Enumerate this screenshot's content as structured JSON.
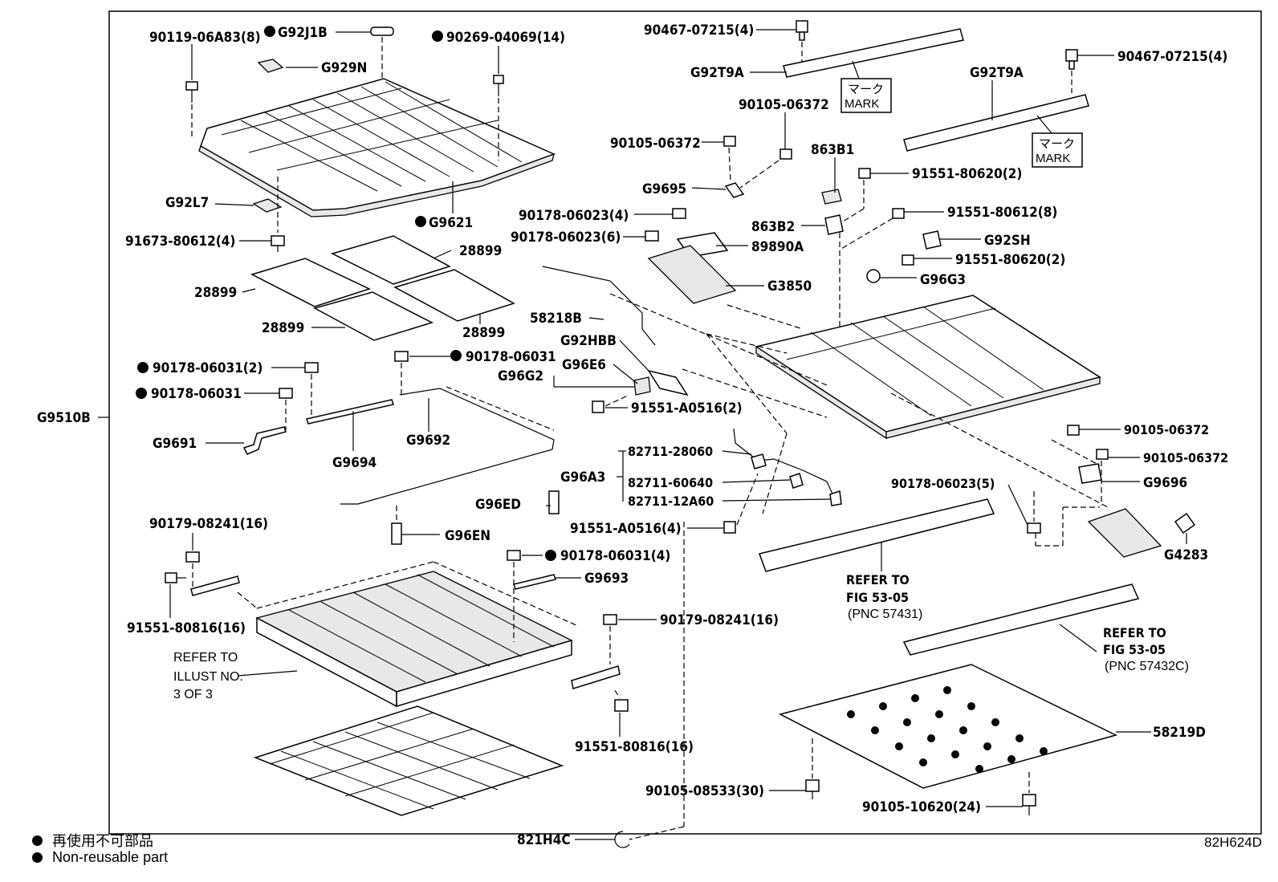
{
  "labels": {
    "l90119": "90119-06A83(8)",
    "lG92J1B": "G92J1B",
    "l90269": "90269-04069(14)",
    "lG929N": "G929N",
    "lG92L7": "G92L7",
    "lG9621": "G9621",
    "l91673": "91673-80612(4)",
    "l28899a": "28899",
    "l28899b": "28899",
    "l28899c": "28899",
    "l28899d": "28899",
    "l90178_2": "90178-06031(2)",
    "l90178_single_a": "90178-06031",
    "l90178_single_b": "90178-06031",
    "lG9510B": "G9510B",
    "lG9691": "G9691",
    "lG9694": "G9694",
    "lG9692": "G9692",
    "lG96ED": "G96ED",
    "lG96EN": "G96EN",
    "l90179_a": "90179-08241(16)",
    "l90178_4": "90178-06031(4)",
    "lG9693": "G9693",
    "l91551_80816_a": "91551-80816(16)",
    "l90179_b": "90179-08241(16)",
    "l91551_80816_b": "91551-80816(16)",
    "l90467_a": "90467-07215(4)",
    "lG92T9A_a": "G92T9A",
    "lG92T9A_b": "G92T9A",
    "l90467_b": "90467-07215(4)",
    "l90105_a": "90105-06372",
    "l90105_b": "90105-06372",
    "l863B1": "863B1",
    "lG9695": "G9695",
    "l91551_80620_a": "91551-80620(2)",
    "l90178_06023_4": "90178-06023(4)",
    "l863B2": "863B2",
    "l91551_80612": "91551-80612(8)",
    "l90178_06023_6": "90178-06023(6)",
    "l89890A": "89890A",
    "lG92SH": "G92SH",
    "l91551_80620_b": "91551-80620(2)",
    "lG3850": "G3850",
    "lG96G3": "G96G3",
    "l58218B": "58218B",
    "lG92HBB": "G92HBB",
    "lG96G2": "G96G2",
    "lG96E6": "G96E6",
    "l91551_A0516_2": "91551-A0516(2)",
    "l82711_28060": "82711-28060",
    "lG96A3": "G96A3",
    "l82711_60640": "82711-60640",
    "l82711_12A60": "82711-12A60",
    "l91551_A0516_4": "91551-A0516(4)",
    "l90105_c": "90105-06372",
    "l90105_d": "90105-06372",
    "lG9696": "G9696",
    "l90178_06023_5": "90178-06023(5)",
    "lG4283": "G4283",
    "lRefer1a": "REFER TO",
    "lRefer1b": "FIG 53-05",
    "lRefer1c": "(PNC 57431)",
    "lRefer2a": "REFER TO",
    "lRefer2b": "FIG 53-05",
    "lRefer2c": "(PNC 57432C)",
    "l58219D": "58219D",
    "l90105_08533": "90105-08533(30)",
    "l90105_10620": "90105-10620(24)",
    "l821H4C": "821H4C",
    "lIllust1": "REFER TO",
    "lIllust2": "ILLUST NO.",
    "lIllust3": "3 OF 3",
    "lMarkJp_a": "マーク",
    "lMarkEn_a": "MARK",
    "lMarkJp_b": "マーク",
    "lMarkEn_b": "MARK"
  },
  "legend": {
    "jp": "再使用不可部品",
    "en": "Non-reusable part"
  },
  "figure_id": "82H624D"
}
